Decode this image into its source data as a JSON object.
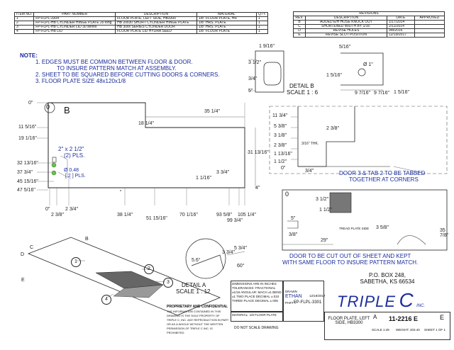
{
  "bom": {
    "headers": [
      "ITEM NO.",
      "PART NUMBER",
      "DESCRIPTION",
      "MATERIAL",
      "QTY."
    ],
    "rows": [
      [
        "1",
        "FP-FLPL-3304",
        "FLOOR PLATE, LEFT SIDE, HB3300",
        "1/8\" FLOOR PLATE, HR",
        "1"
      ],
      [
        "2",
        "FP-FLPL-HB CYLINDER HINGE PLATE 20 long",
        "HB 20x30 SHORT CYLINDER HINGE PLATE",
        "1/8\" HRS. PLATE",
        "1"
      ],
      [
        "3",
        "FP-FLPL-HB CYLINDER LID 30 series",
        "HB 30xx SERIES CYLINDER DOOR",
        "1/8\" HRS. PLATE",
        "1"
      ],
      [
        "4",
        "FP-FLPL-HB LID",
        "FLOOR PLATE LID HYDRA SEED",
        "1/8\" FLOOR PLATE",
        "1"
      ]
    ]
  },
  "revisions": {
    "title": "REVISIONS",
    "headers": [
      "REV.",
      "DESCRIPTION",
      "DATE",
      "APPROVED"
    ],
    "rows": [
      [
        "B",
        "ADDED E/H HOSE KNOCK OUT",
        "1/17/2014",
        ""
      ],
      [
        "C",
        "SHORTENED WIDTH BY 1/16\"",
        "2/11/2014",
        ""
      ],
      [
        "D",
        "REVISE HOLES",
        "9/8/2016",
        ""
      ],
      [
        "E",
        "REVISE SLOT POSITION",
        "12/19/2017",
        ""
      ]
    ]
  },
  "notes": {
    "title": "NOTE:",
    "items": [
      "1.  EDGES MUST BE COMMON BETWEEN FLOOR & DOOR.",
      "TO INSURE PATTERN MATCH AT ASSEMBLY.",
      "2.  SHEET TO BE SQUARED BEFORE CUTTING DOORS & CORNERS.",
      "3.  FLOOR PLATE SIZE 48x120x1/8"
    ]
  },
  "main_view": {
    "label_0": "0",
    "label_b": "B",
    "slot_note_1": "2\" x 2 1/2\"",
    "slot_note_2": "(2) PLS.",
    "hole_note_1": "Ø 0.48",
    "hole_note_2": "[ 2 ] PLS.",
    "dims_left": [
      "0\"",
      "11 5/16\"",
      "19 1/16\"",
      "32 13/16\"",
      "37 3/4\"",
      "45 15/16\"",
      "47 5/16\""
    ],
    "dims_bottom": [
      "0\"",
      "2 3/8\"",
      "2 3/4\"",
      "38 1/4\"",
      "51 15/16\"",
      "70 1/16\"",
      "93 5/8\"",
      "99 3/4\"",
      "105 1/4\""
    ],
    "dim_top_right": "35 1/4\"",
    "dim_notch": "18 1/4\"",
    "dim_right_height": "31 13/16\"",
    "dim_right_small": "4\"",
    "dim_small_1": "1 1/16\"",
    "dim_small_2": "3 3/4\""
  },
  "detail_b": {
    "label": "DETAIL B",
    "scale": "SCALE 1 : 6",
    "dims": [
      "1 9/16\"",
      "3 1/2\"",
      "3/4\"",
      "5\"",
      "5/16\"",
      "1 5/16\"",
      "Ø 1\"",
      "9 7/16\"",
      "9 7/16\"",
      "1 5/16\""
    ]
  },
  "corner_view": {
    "dims_left": [
      "11 3/4\"",
      "5 3/8\"",
      "3 1/8\"",
      "2 3/8\"",
      "1 13/16\"",
      "1 1/2\"",
      "0\""
    ],
    "dim_thk": "3/16\" THK.",
    "dim_bottom": "3/4\"",
    "dim_right": "2 3/8\"",
    "note_1": "DOOR 3 & TAB 2 TO BE TABBED",
    "note_2": "TOGETHER AT CORNERS"
  },
  "door_view": {
    "label_0": "0",
    "dims": [
      "3 1/2\"",
      "1 1/2\"",
      "5\"",
      "3/8\"",
      "29\"",
      "3 5/8\"",
      "35 7/8\""
    ],
    "tread_label": "TREAD PLATE SIDE",
    "note_1": "DOOR TO BE CUT OUT OF SHEET AND KEPT",
    "note_2": "WITH SAME FLOOR TO INSURE PATTERN MATCH."
  },
  "iso_view": {
    "callouts": [
      "1",
      "2",
      "3",
      "4"
    ],
    "letters": [
      "B",
      "C",
      "D",
      "E"
    ],
    "detail_label": "DETAIL A",
    "detail_scale": "SCALE 1 : 12"
  },
  "detail_a": {
    "angle_1": "5.6°",
    "angle_2": "60°",
    "dim_1": "5 3/4\"",
    "dim_2": "3 3/4\""
  },
  "title_block": {
    "address_1": "P.O. BOX 248,",
    "address_2": "SABETHA, KS 66534",
    "company_main": "TRIPLE",
    "company_c": "C",
    "company_inc": "INC.",
    "drawn_label": "DRAWN",
    "drawn_by": "ETHAN",
    "drawn_date": "12/19/2017",
    "part_label": "PART #",
    "part_number": "FP-FLPL-3301",
    "title": "FLOOR PLATE, LEFT SIDE, HB3300",
    "size": "A",
    "dwg_no": "11-2216 E",
    "rev": "E",
    "scale": "SCALE 1:48",
    "weight": "WEIGHT: 203.40",
    "sheet": "SHEET 1 OF 1",
    "tolerances": "DIMENSIONS ARE IN INCHES TOLERANCES: FRACTIONAL ±1/16 ANGULAR: MACH ±1  BEND ±1 TWO PLACE DECIMAL ±.010 THREE PLACE DECIMAL ±.005",
    "material": "MATERIAL: 1/8 FLOOR PLATE",
    "no_scale": "DO NOT SCALE DRAWING",
    "proprietary_title": "PROPRIETARY AND CONFIDENTIAL",
    "proprietary_text": "THE INFORMATION CONTAINED IN THIS DRAWING IS THE SOLE PROPERTY OF TRIPLE C, INC. ANY REPRODUCTION IN PART OR AS A WHOLE WITHOUT THE WRITTEN PERMISSION OF TRIPLE C INC. IS PROHIBITED."
  }
}
